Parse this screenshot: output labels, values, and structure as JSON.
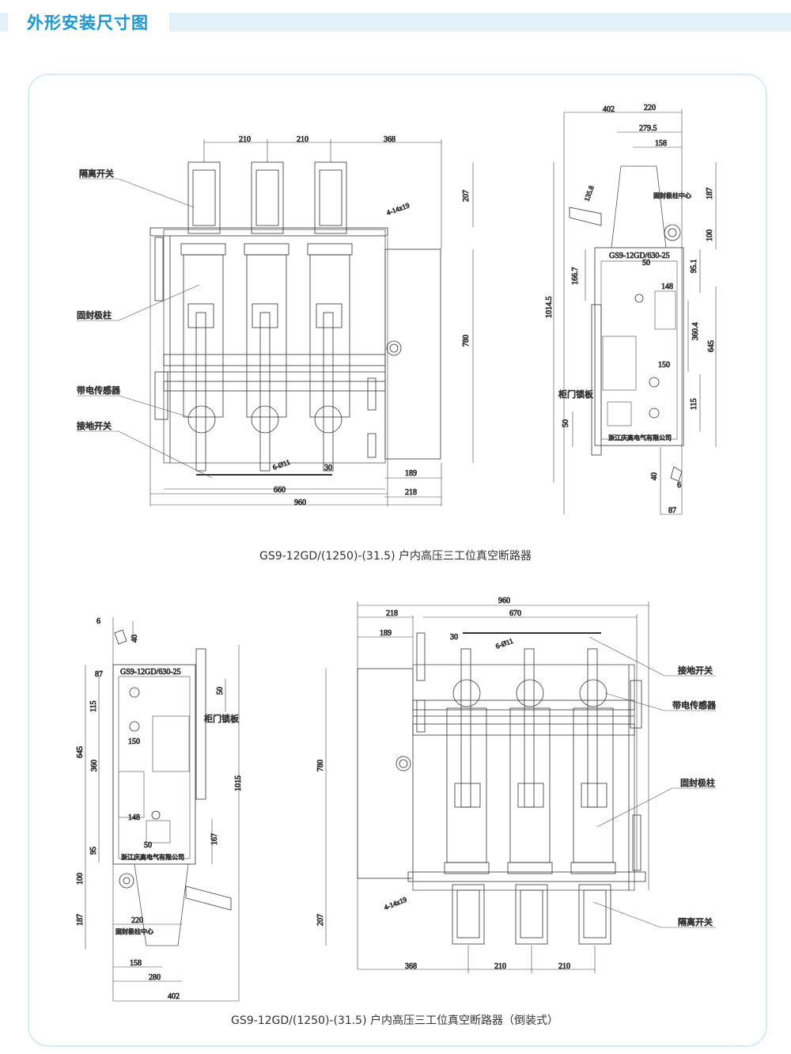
{
  "header": {
    "title": "外形安装尺寸图"
  },
  "captions": {
    "top": "GS9-12GD/(1250)-(31.5) 户内高压三工位真空断路器",
    "bottom": "GS9-12GD/(1250)-(31.5) 户内高压三工位真空断路器（倒装式）"
  },
  "front_top": {
    "dims": {
      "d210a": "210",
      "d210b": "210",
      "d368": "368",
      "d207": "207",
      "d780": "780",
      "d660": "660",
      "d960": "960",
      "d189": "189",
      "d218": "218",
      "d30": "30",
      "hole4": "4-14x19",
      "hole6": "6-Ø11"
    },
    "labels": {
      "isolator": "隔离开关",
      "pole": "固封极柱",
      "sensor": "带电传感器",
      "earth": "接地开关"
    }
  },
  "side_top": {
    "dims": {
      "d402": "402",
      "d220": "220",
      "d279": "279.5",
      "d158": "158",
      "d135": "135.8",
      "d187": "187",
      "d100": "100",
      "d95": "95.1",
      "d166": "166.7",
      "d50a": "50",
      "d148": "148",
      "d1014": "1014.5",
      "d360": "360.4",
      "d645": "645",
      "d150": "150",
      "d115": "115",
      "d50b": "50",
      "d40": "40",
      "d6": "6",
      "d87": "87"
    },
    "labels": {
      "center": "固封极柱中心",
      "model": "GS9-12GD/630-25",
      "lock": "柜门锁板",
      "company": "浙江庆高电气有限公司"
    }
  },
  "side_bottom": {
    "dims": {
      "d6": "6",
      "d40": "40",
      "d87": "87",
      "d115": "115",
      "d50a": "50",
      "d645": "645",
      "d360": "360",
      "d150": "150",
      "d1015": "1015",
      "d148": "148",
      "d50b": "50",
      "d167": "167",
      "d95": "95",
      "d100": "100",
      "d187": "187",
      "d220": "220",
      "d158": "158",
      "d280": "280",
      "d402": "402"
    },
    "labels": {
      "model": "GS9-12GD/630-25",
      "lock": "柜门锁板",
      "company": "浙江庆高电气有限公司",
      "center": "固封极柱中心"
    }
  },
  "front_bottom": {
    "dims": {
      "d960": "960",
      "d218": "218",
      "d670": "670",
      "d189": "189",
      "d30": "30",
      "hole6": "6-Ø11",
      "d780": "780",
      "d207": "207",
      "hole4": "4-14x19",
      "d368": "368",
      "d210a": "210",
      "d210b": "210"
    },
    "labels": {
      "earth": "接地开关",
      "sensor": "带电传感器",
      "pole": "固封极柱",
      "isolator": "隔离开关"
    }
  }
}
